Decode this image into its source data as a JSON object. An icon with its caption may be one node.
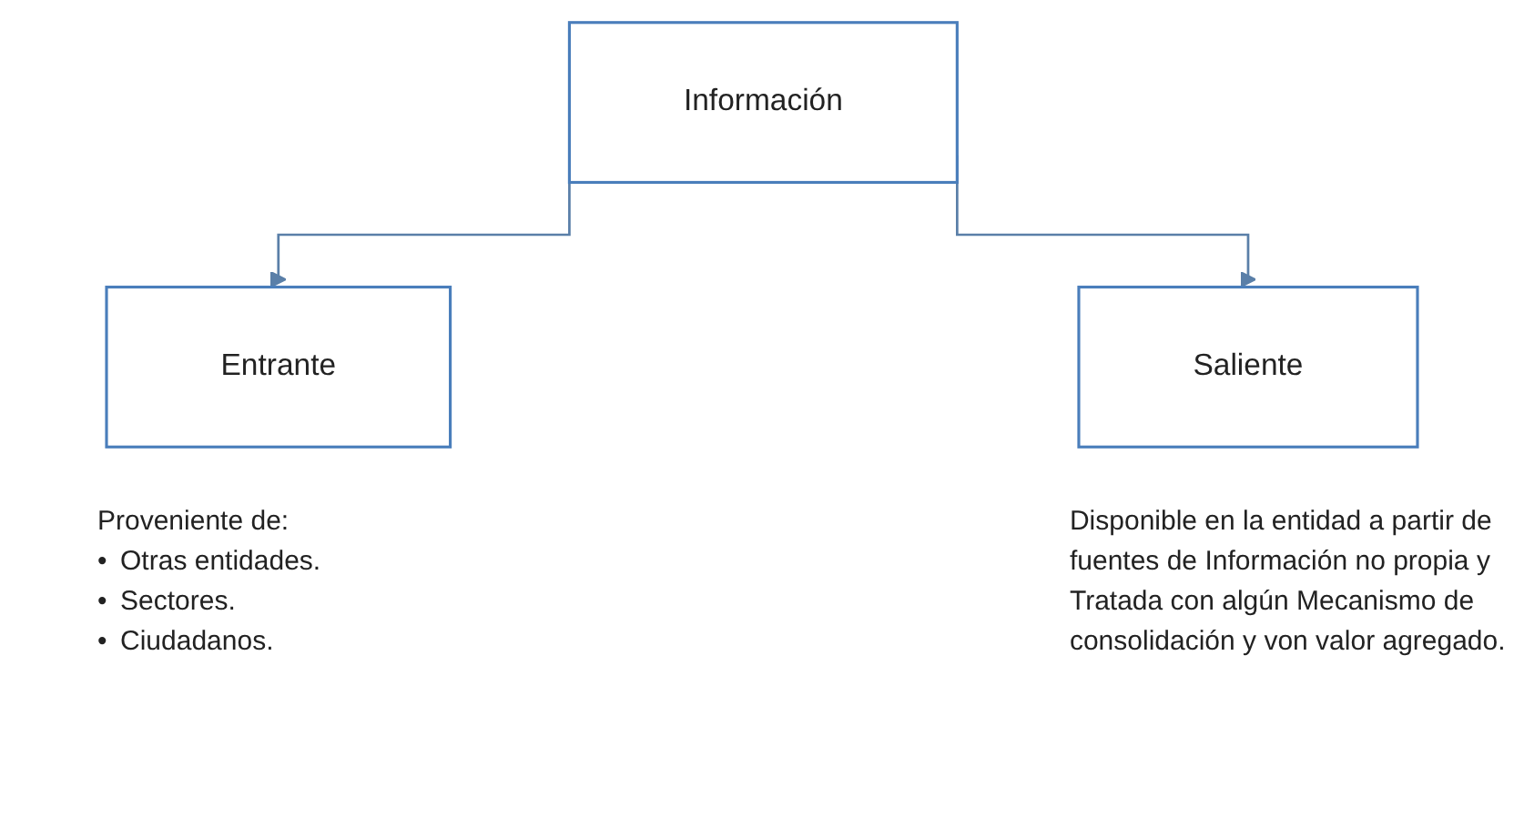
{
  "diagram": {
    "nodes": [
      {
        "text": [
          "Información"
        ]
      },
      {
        "text": [
          "Entrante"
        ],
        "beside": [
          "Proveniente de:",
          "•\tOtras entidades.",
          "•\tSectores.",
          "•\tCiudadanos."
        ]
      },
      {
        "text": [
          "Saliente"
        ],
        "beside": [
          "Disponible en la entidad a partir de fuentes de Información no propia y Tratada con algún Mecanismo de consolidación y von valor agregado."
        ]
      }
    ],
    "edges": [
      {
        "from": 0,
        "to": 1,
        "arrow": "to"
      },
      {
        "from": 0,
        "to": 2,
        "arrow": "to"
      }
    ]
  }
}
